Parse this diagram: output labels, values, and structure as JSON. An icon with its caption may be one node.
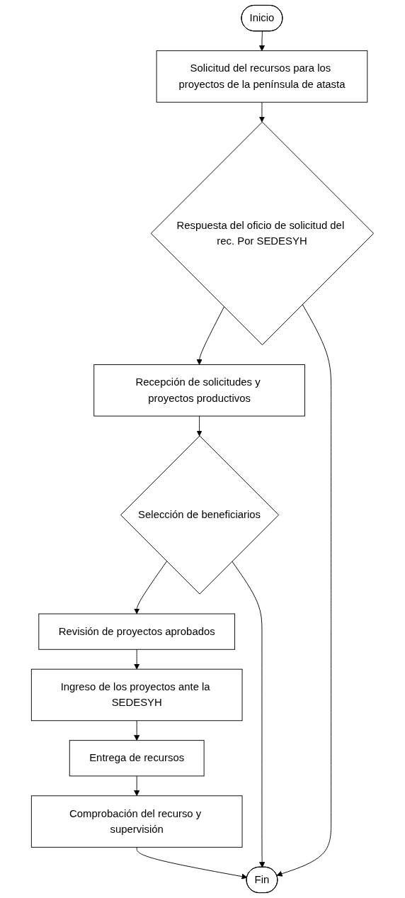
{
  "diagram": {
    "nodes": [
      {
        "text": [
          "Inicio"
        ]
      },
      {
        "text": [
          "Solicitud del recursos para los proyectos de la península de atasta"
        ]
      },
      {
        "text": [
          "Respuesta del oficio de solicitud del rec. Por SEDESYH"
        ]
      },
      {
        "text": [
          "Recepción de solicitudes y proyectos productivos"
        ]
      },
      {
        "text": [
          "Selección de beneficiarios"
        ]
      },
      {
        "text": [
          "Revisión de proyectos aprobados"
        ]
      },
      {
        "text": [
          "Ingreso de los proyectos ante la SEDESYH"
        ]
      },
      {
        "text": [
          "Entrega de recursos"
        ]
      },
      {
        "text": [
          "Comprobación del recurso y supervisión"
        ]
      },
      {
        "text": [
          "Fin"
        ]
      }
    ],
    "edges": [
      {
        "from": 0,
        "to": 1,
        "arrow": "to"
      },
      {
        "from": 1,
        "to": 2,
        "arrow": "to"
      },
      {
        "from": 2,
        "to": 3,
        "arrow": "to"
      },
      {
        "from": 3,
        "to": 4,
        "arrow": "to"
      },
      {
        "from": 4,
        "to": 5,
        "arrow": "to"
      },
      {
        "from": 5,
        "to": 6,
        "arrow": "to"
      },
      {
        "from": 6,
        "to": 7,
        "arrow": "to"
      },
      {
        "from": 7,
        "to": 8,
        "arrow": "to"
      },
      {
        "from": 8,
        "to": 9,
        "arrow": "to"
      },
      {
        "from": 2,
        "to": 9,
        "arrow": "to"
      },
      {
        "from": 4,
        "to": 9,
        "arrow": "to"
      }
    ]
  }
}
